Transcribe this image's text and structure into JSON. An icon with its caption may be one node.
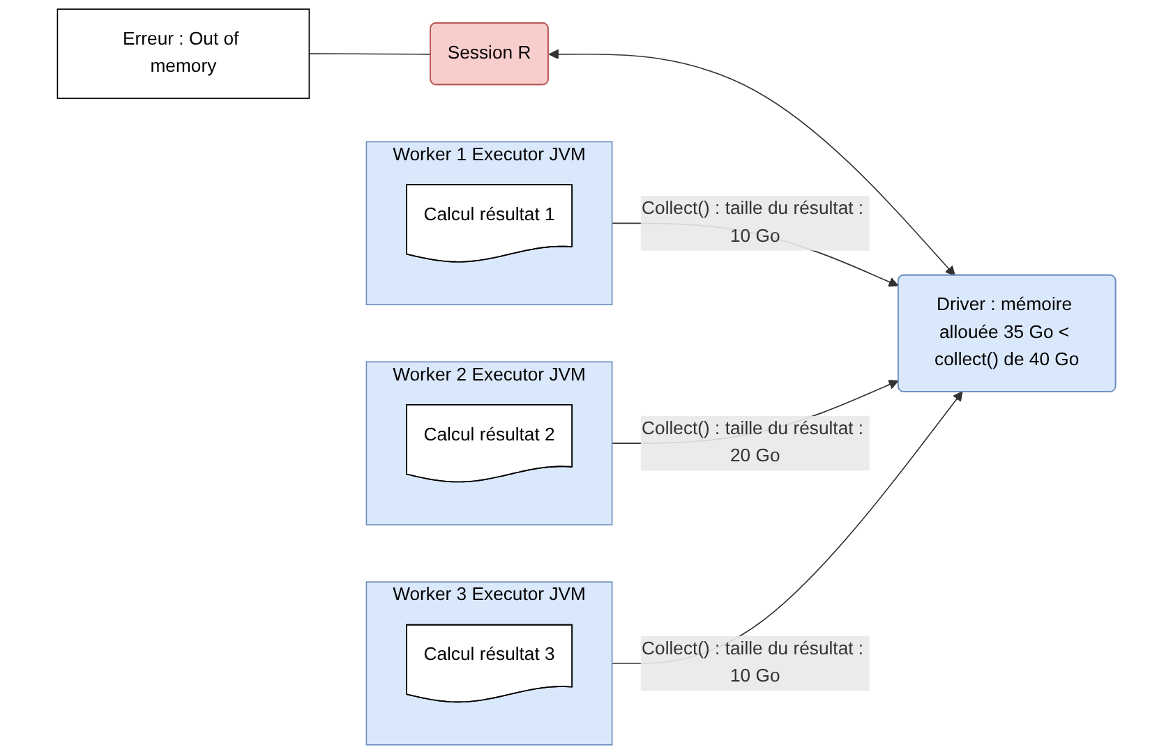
{
  "diagram": {
    "nodes": [
      {
        "text": [
          "Erreur : Out of memory"
        ]
      },
      {
        "text": [
          "Session R"
        ]
      },
      {
        "text": [
          "Driver : mémoire allouée 35 Go < collect() de 40 Go"
        ]
      },
      {
        "text": [
          "Worker 1 Executor JVM"
        ]
      },
      {
        "text": [
          "Calcul résultat 1"
        ],
        "in": 3
      },
      {
        "text": [
          "Worker 2 Executor JVM"
        ]
      },
      {
        "text": [
          "Calcul résultat 2"
        ],
        "in": 5
      },
      {
        "text": [
          "Worker 3 Executor JVM"
        ]
      },
      {
        "text": [
          "Calcul résultat 3"
        ],
        "in": 7
      }
    ],
    "edges": [
      {
        "from": 0,
        "to": 1,
        "arrow": "none"
      },
      {
        "from": 1,
        "to": 2,
        "arrow": "both"
      },
      {
        "from": 3,
        "to": 2,
        "arrow": "to",
        "label": "Collect() : taille du résultat : 10 Go"
      },
      {
        "from": 5,
        "to": 2,
        "arrow": "to",
        "label": "Collect() : taille du résultat : 20 Go"
      },
      {
        "from": 7,
        "to": 2,
        "arrow": "to",
        "label": "Collect() : taille du résultat : 10 Go"
      }
    ]
  }
}
